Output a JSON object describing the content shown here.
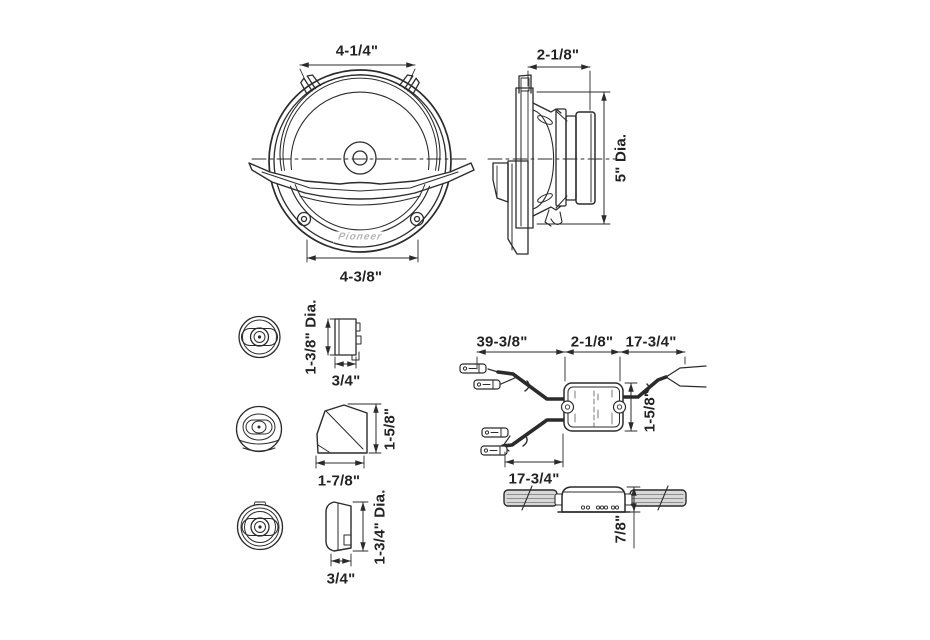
{
  "page": {
    "background": "#ffffff",
    "line_color": "#2b2b2b"
  },
  "woofer": {
    "front": {
      "top_width": "4-1/4\"",
      "bottom_width": "4-3/8\"",
      "brand": "Pioneer"
    },
    "side": {
      "depth": "2-1/8\"",
      "diameter": "5\" Dia."
    }
  },
  "tweeter": {
    "surface": {
      "diameter": "1-3/8\" Dia.",
      "depth": "3/4\""
    },
    "angled": {
      "height": "1-5/8\"",
      "width": "1-7/8\""
    },
    "flush": {
      "diameter": "1-3/4\" Dia.",
      "depth": "3/4\""
    }
  },
  "network": {
    "top": {
      "left_lead": "39-3/8\"",
      "body_width": "2-1/8\"",
      "right_lead": "17-3/4\"",
      "body_height": "1-5/8\"",
      "lower_lead": "17-3/4\""
    },
    "side": {
      "height": "7/8\""
    }
  }
}
